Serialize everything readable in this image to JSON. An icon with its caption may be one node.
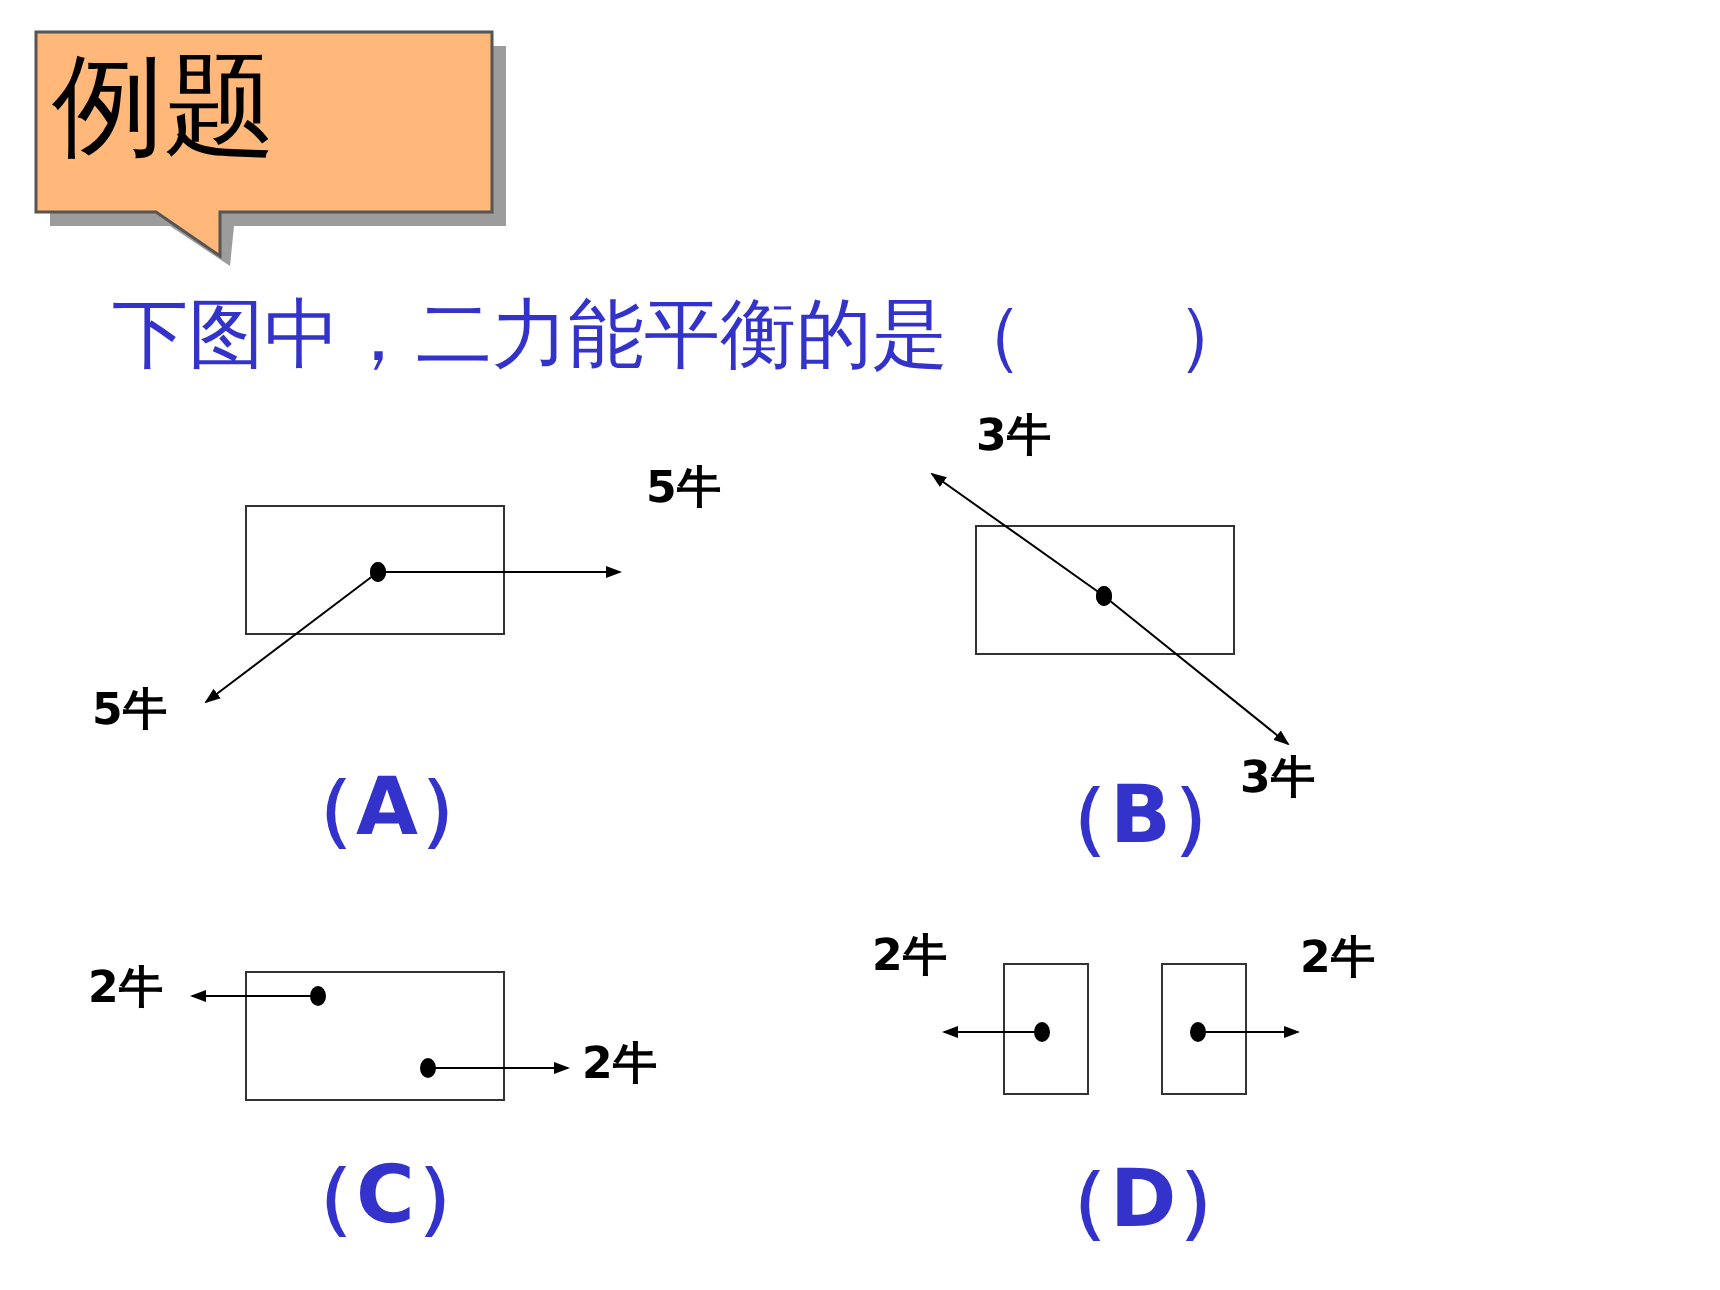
{
  "diagram": {
    "title": "下图中，二力能平衡的是（　　）",
    "nodes": [
      {
        "text": [
          "例题"
        ]
      },
      {
        "text": [],
        "shape": "box"
      },
      {
        "text": [],
        "shape": "box"
      },
      {
        "text": [],
        "shape": "box"
      },
      {
        "text": [],
        "shape": "box"
      },
      {
        "text": [],
        "shape": "box"
      }
    ],
    "labels": [
      "5牛",
      "5牛",
      "（A）",
      "3牛",
      "3牛",
      "（B）",
      "2牛",
      "2牛",
      "（C）",
      "2牛",
      "2牛",
      "（D）"
    ]
  }
}
